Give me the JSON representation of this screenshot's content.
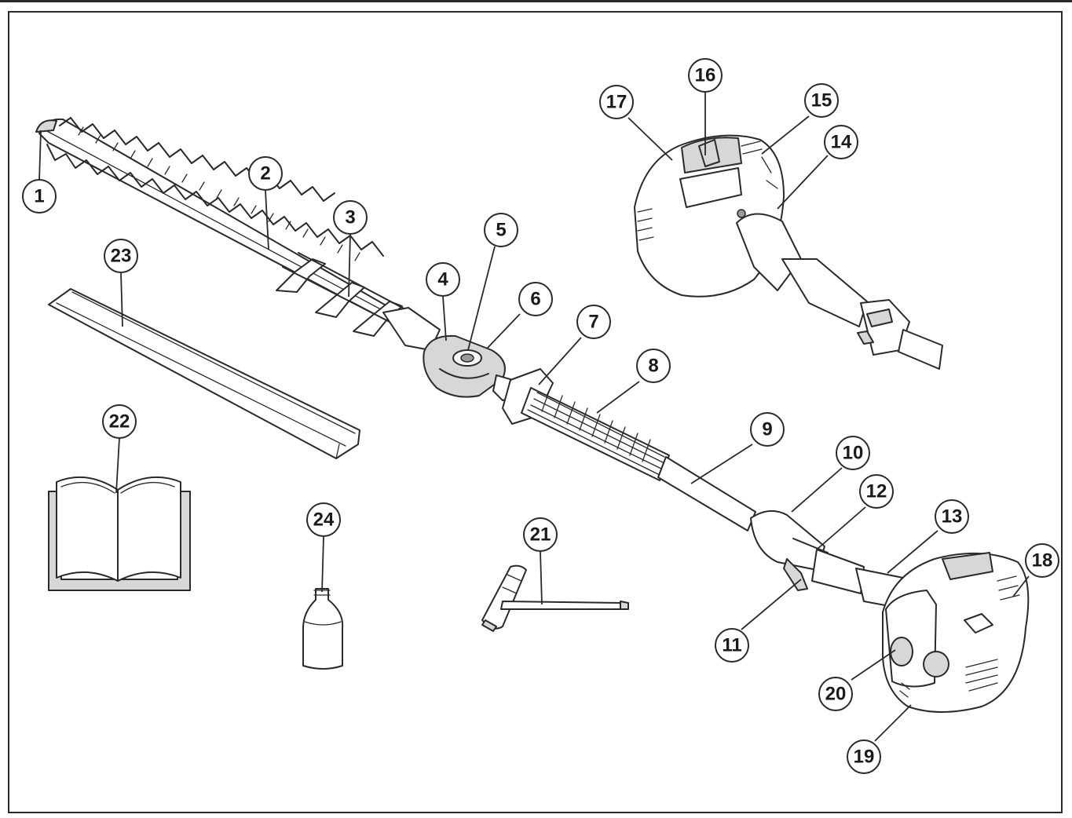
{
  "figure": {
    "colors": {
      "line": "#2a2a2a",
      "fill_light": "#d7d7d7",
      "fill_dark": "#9a9a9a",
      "background": "#ffffff"
    },
    "callouts": [
      {
        "id": "c1",
        "label": "1"
      },
      {
        "id": "c2",
        "label": "2"
      },
      {
        "id": "c3",
        "label": "3"
      },
      {
        "id": "c4",
        "label": "4"
      },
      {
        "id": "c5",
        "label": "5"
      },
      {
        "id": "c6",
        "label": "6"
      },
      {
        "id": "c7",
        "label": "7"
      },
      {
        "id": "c8",
        "label": "8"
      },
      {
        "id": "c9",
        "label": "9"
      },
      {
        "id": "c10",
        "label": "10"
      },
      {
        "id": "c11",
        "label": "11"
      },
      {
        "id": "c12",
        "label": "12"
      },
      {
        "id": "c13",
        "label": "13"
      },
      {
        "id": "c14",
        "label": "14"
      },
      {
        "id": "c15",
        "label": "15"
      },
      {
        "id": "c16",
        "label": "16"
      },
      {
        "id": "c17",
        "label": "17"
      },
      {
        "id": "c18",
        "label": "18"
      },
      {
        "id": "c19",
        "label": "19"
      },
      {
        "id": "c20",
        "label": "20"
      },
      {
        "id": "c21",
        "label": "21"
      },
      {
        "id": "c22",
        "label": "22"
      },
      {
        "id": "c23",
        "label": "23"
      },
      {
        "id": "c24",
        "label": "24"
      }
    ]
  }
}
